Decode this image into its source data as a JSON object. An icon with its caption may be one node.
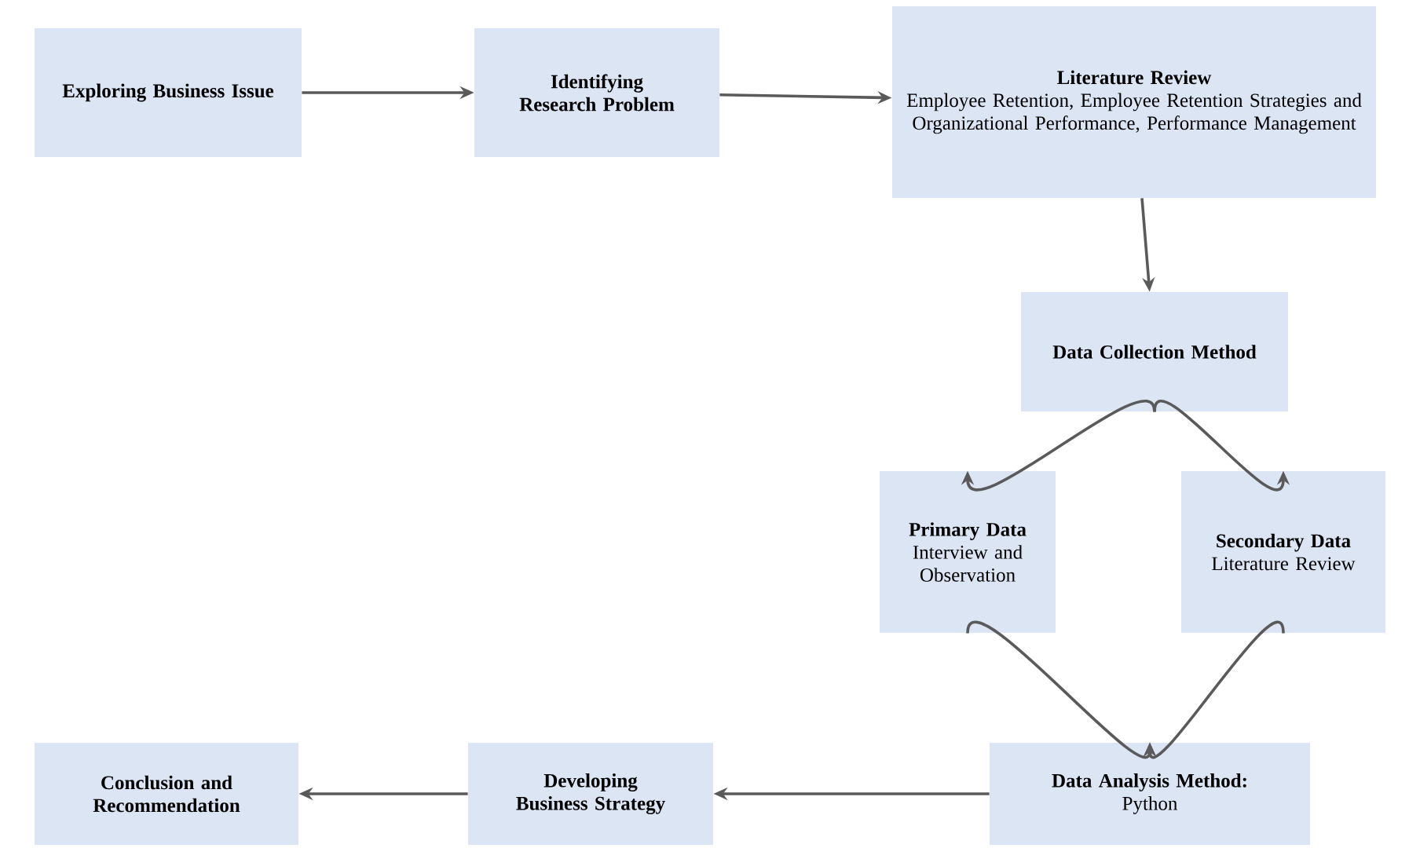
{
  "diagram": {
    "nodes": [
      {
        "text": [
          "Exploring Business Issue"
        ]
      },
      {
        "text": [
          "Identifying Research Problem"
        ]
      },
      {
        "text": [
          "Literature Review",
          "Employee Retention, Employee Retention Strategies and Organizational Performance, Performance Management"
        ]
      },
      {
        "text": [
          "Data Collection Method"
        ]
      },
      {
        "text": [
          "Primary Data",
          "Interview and Observation"
        ]
      },
      {
        "text": [
          "Secondary Data",
          "Literature Review"
        ]
      },
      {
        "text": [
          "Data Analysis Method:",
          "Python"
        ]
      },
      {
        "text": [
          "Developing Business Strategy"
        ]
      },
      {
        "text": [
          "Conclusion and Recommendation"
        ]
      }
    ],
    "edges": [
      {
        "from": 0,
        "to": 1,
        "arrow": "to"
      },
      {
        "from": 1,
        "to": 2,
        "arrow": "to"
      },
      {
        "from": 2,
        "to": 3,
        "arrow": "to"
      },
      {
        "from": 3,
        "to": 4,
        "arrow": "to"
      },
      {
        "from": 3,
        "to": 5,
        "arrow": "to"
      },
      {
        "from": 4,
        "to": 6,
        "arrow": "to"
      },
      {
        "from": 5,
        "to": 6,
        "arrow": "to"
      },
      {
        "from": 6,
        "to": 7,
        "arrow": "to"
      },
      {
        "from": 7,
        "to": 8,
        "arrow": "to"
      }
    ]
  }
}
